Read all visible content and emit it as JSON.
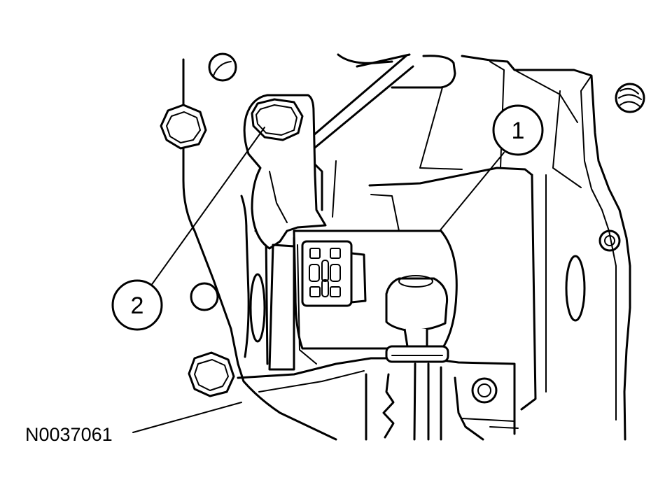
{
  "callouts": [
    {
      "label": "1"
    },
    {
      "label": "2"
    }
  ],
  "reference_code": "N0037061"
}
